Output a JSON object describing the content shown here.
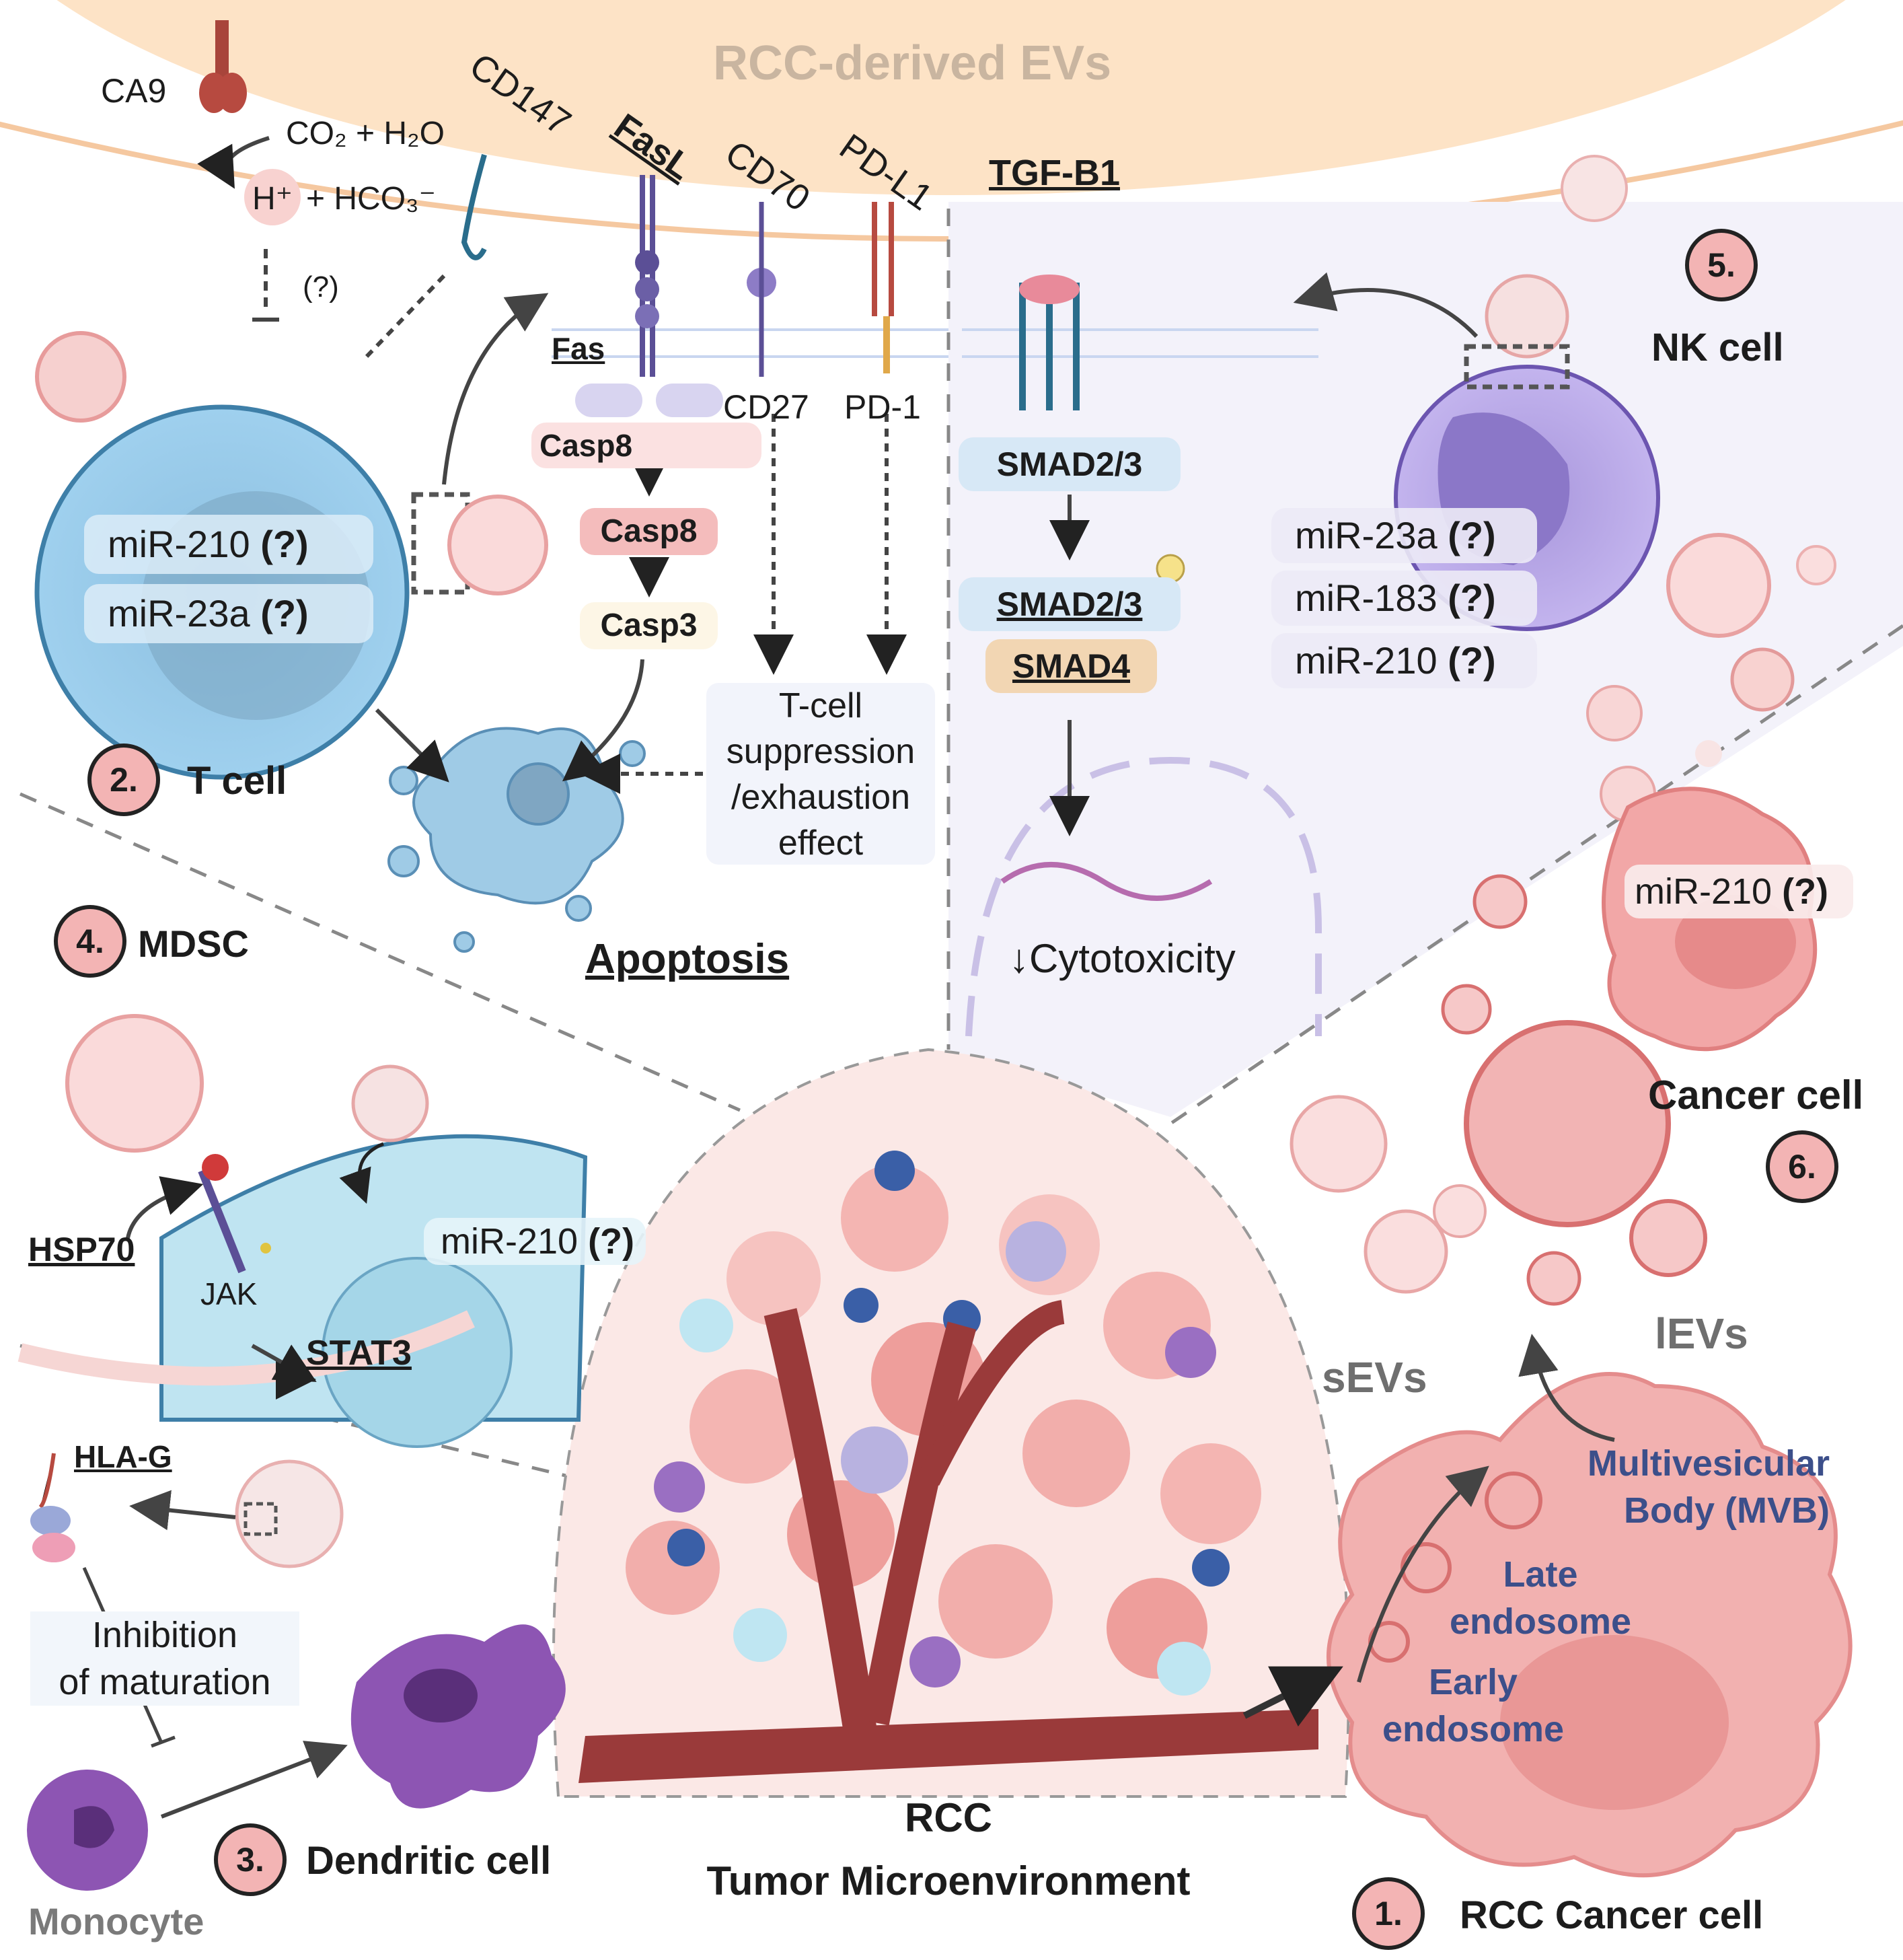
{
  "header": {
    "title": "RCC-derived EVs"
  },
  "tcell_panel": {
    "ca9": "CA9",
    "co2_h2o": "CO₂ + H₂O",
    "h_plus": "H⁺",
    "hco3": "+ HCO₃⁻",
    "question": "(?)",
    "cd147": "CD147",
    "fasl": "FasL",
    "cd70": "CD70",
    "pdl1": "PD-L1",
    "fas": "Fas",
    "casp8_a": "Casp8",
    "casp8_b": "Casp8",
    "casp3": "Casp3",
    "cd27": "CD27",
    "pd1": "PD-1",
    "suppression_line1": "T-cell",
    "suppression_line2": "suppression",
    "suppression_line3": "/exhaustion",
    "suppression_line4": "effect",
    "apoptosis": "Apoptosis",
    "mirna": [
      {
        "name": "miR-210",
        "q": "(?)"
      },
      {
        "name": "miR-23a",
        "q": "(?)"
      }
    ],
    "number": "2.",
    "label": "T cell"
  },
  "nk_panel": {
    "tgfb1": "TGF-B1",
    "smad23_a": "SMAD2/3",
    "smad23_b": "SMAD2/3",
    "smad4": "SMAD4",
    "cytotoxicity": "↓Cytotoxicity",
    "mirna": [
      {
        "name": "miR-23a",
        "q": "(?)"
      },
      {
        "name": "miR-183",
        "q": "(?)"
      },
      {
        "name": "miR-210",
        "q": "(?)"
      }
    ],
    "number": "5.",
    "label": "NK cell"
  },
  "mdsc_panel": {
    "number": "4.",
    "label": "MDSC",
    "hsp70": "HSP70",
    "jak": "JAK",
    "stat3": "STAT3",
    "mirna": "miR-210",
    "q": "(?)"
  },
  "dc_panel": {
    "hlag": "HLA-G",
    "inhibition_line1": "Inhibition",
    "inhibition_line2": "of maturation",
    "monocyte": "Monocyte",
    "number": "3.",
    "label": "Dendritic cell"
  },
  "cancer_panel": {
    "mirna": "miR-210",
    "q": "(?)",
    "label": "Cancer cell",
    "number": "6."
  },
  "rcc_cell": {
    "sevs": "sEVs",
    "levs": "lEVs",
    "mvb_line1": "Multivesicular",
    "mvb_line2": "Body (MVB)",
    "late_line1": "Late",
    "late_line2": "endosome",
    "early_line1": "Early",
    "early_line2": "endosome",
    "number": "1.",
    "label": "RCC Cancer cell"
  },
  "tme": {
    "line1": "RCC",
    "line2": "Tumor Microenvironment"
  },
  "colors": {
    "membrane": "#fbe1c4",
    "tcell": "#9dcbe9",
    "nk": "#b9a8e6",
    "cancer": "#f2a7a7",
    "vessel": "#9a3a3a",
    "number_badge": "#f3b4b4",
    "smad4_fill": "#f2d6b3",
    "smad_fill": "#d7e8f6"
  }
}
